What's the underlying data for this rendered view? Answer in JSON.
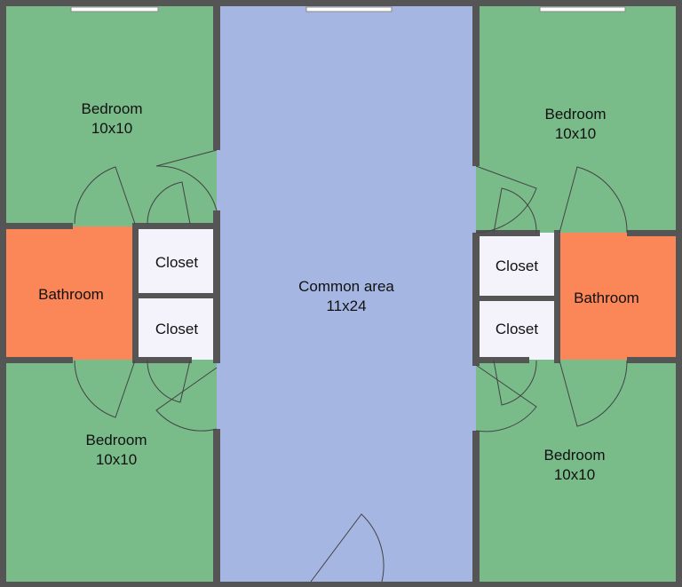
{
  "plan": {
    "rooms": {
      "bedroom_top_left": {
        "name": "Bedroom",
        "size": "10x10"
      },
      "bedroom_bottom_left": {
        "name": "Bedroom",
        "size": "10x10"
      },
      "bedroom_top_right": {
        "name": "Bedroom",
        "size": "10x10"
      },
      "bedroom_bottom_right": {
        "name": "Bedroom",
        "size": "10x10"
      },
      "bathroom_left": {
        "name": "Bathroom"
      },
      "bathroom_right": {
        "name": "Bathroom"
      },
      "closet_left_top": {
        "name": "Closet"
      },
      "closet_left_bottom": {
        "name": "Closet"
      },
      "closet_right_top": {
        "name": "Closet"
      },
      "closet_right_bottom": {
        "name": "Closet"
      },
      "common": {
        "name": "Common area",
        "size": "11x24"
      }
    },
    "colors": {
      "bedroom": "#79bb89",
      "bathroom": "#fb8657",
      "closet": "#f4f3fb",
      "common": "#a6b6e2",
      "wall": "#555555"
    }
  }
}
